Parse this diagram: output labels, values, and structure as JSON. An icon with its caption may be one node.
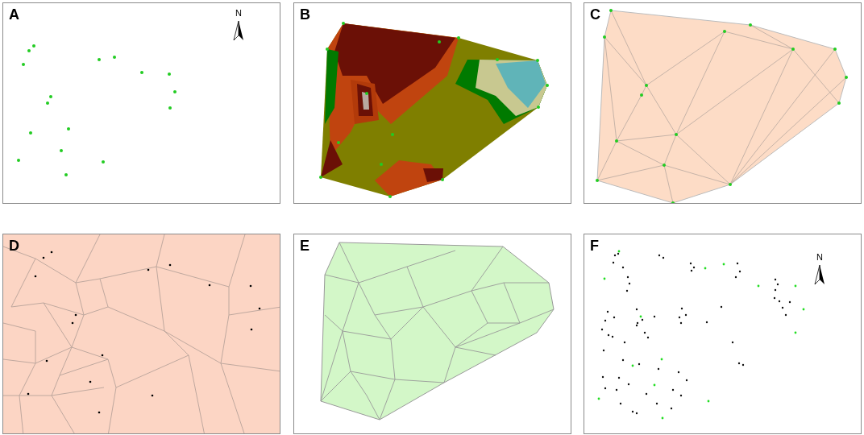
{
  "diagram": {
    "nodes": [
      {
        "text": [
          "A"
        ]
      },
      {
        "text": [
          "B"
        ]
      },
      {
        "text": [
          "C"
        ]
      },
      {
        "text": [
          "D"
        ]
      },
      {
        "text": [
          "E"
        ]
      },
      {
        "text": [
          "F"
        ]
      }
    ],
    "labels": [
      "N",
      "N"
    ]
  }
}
